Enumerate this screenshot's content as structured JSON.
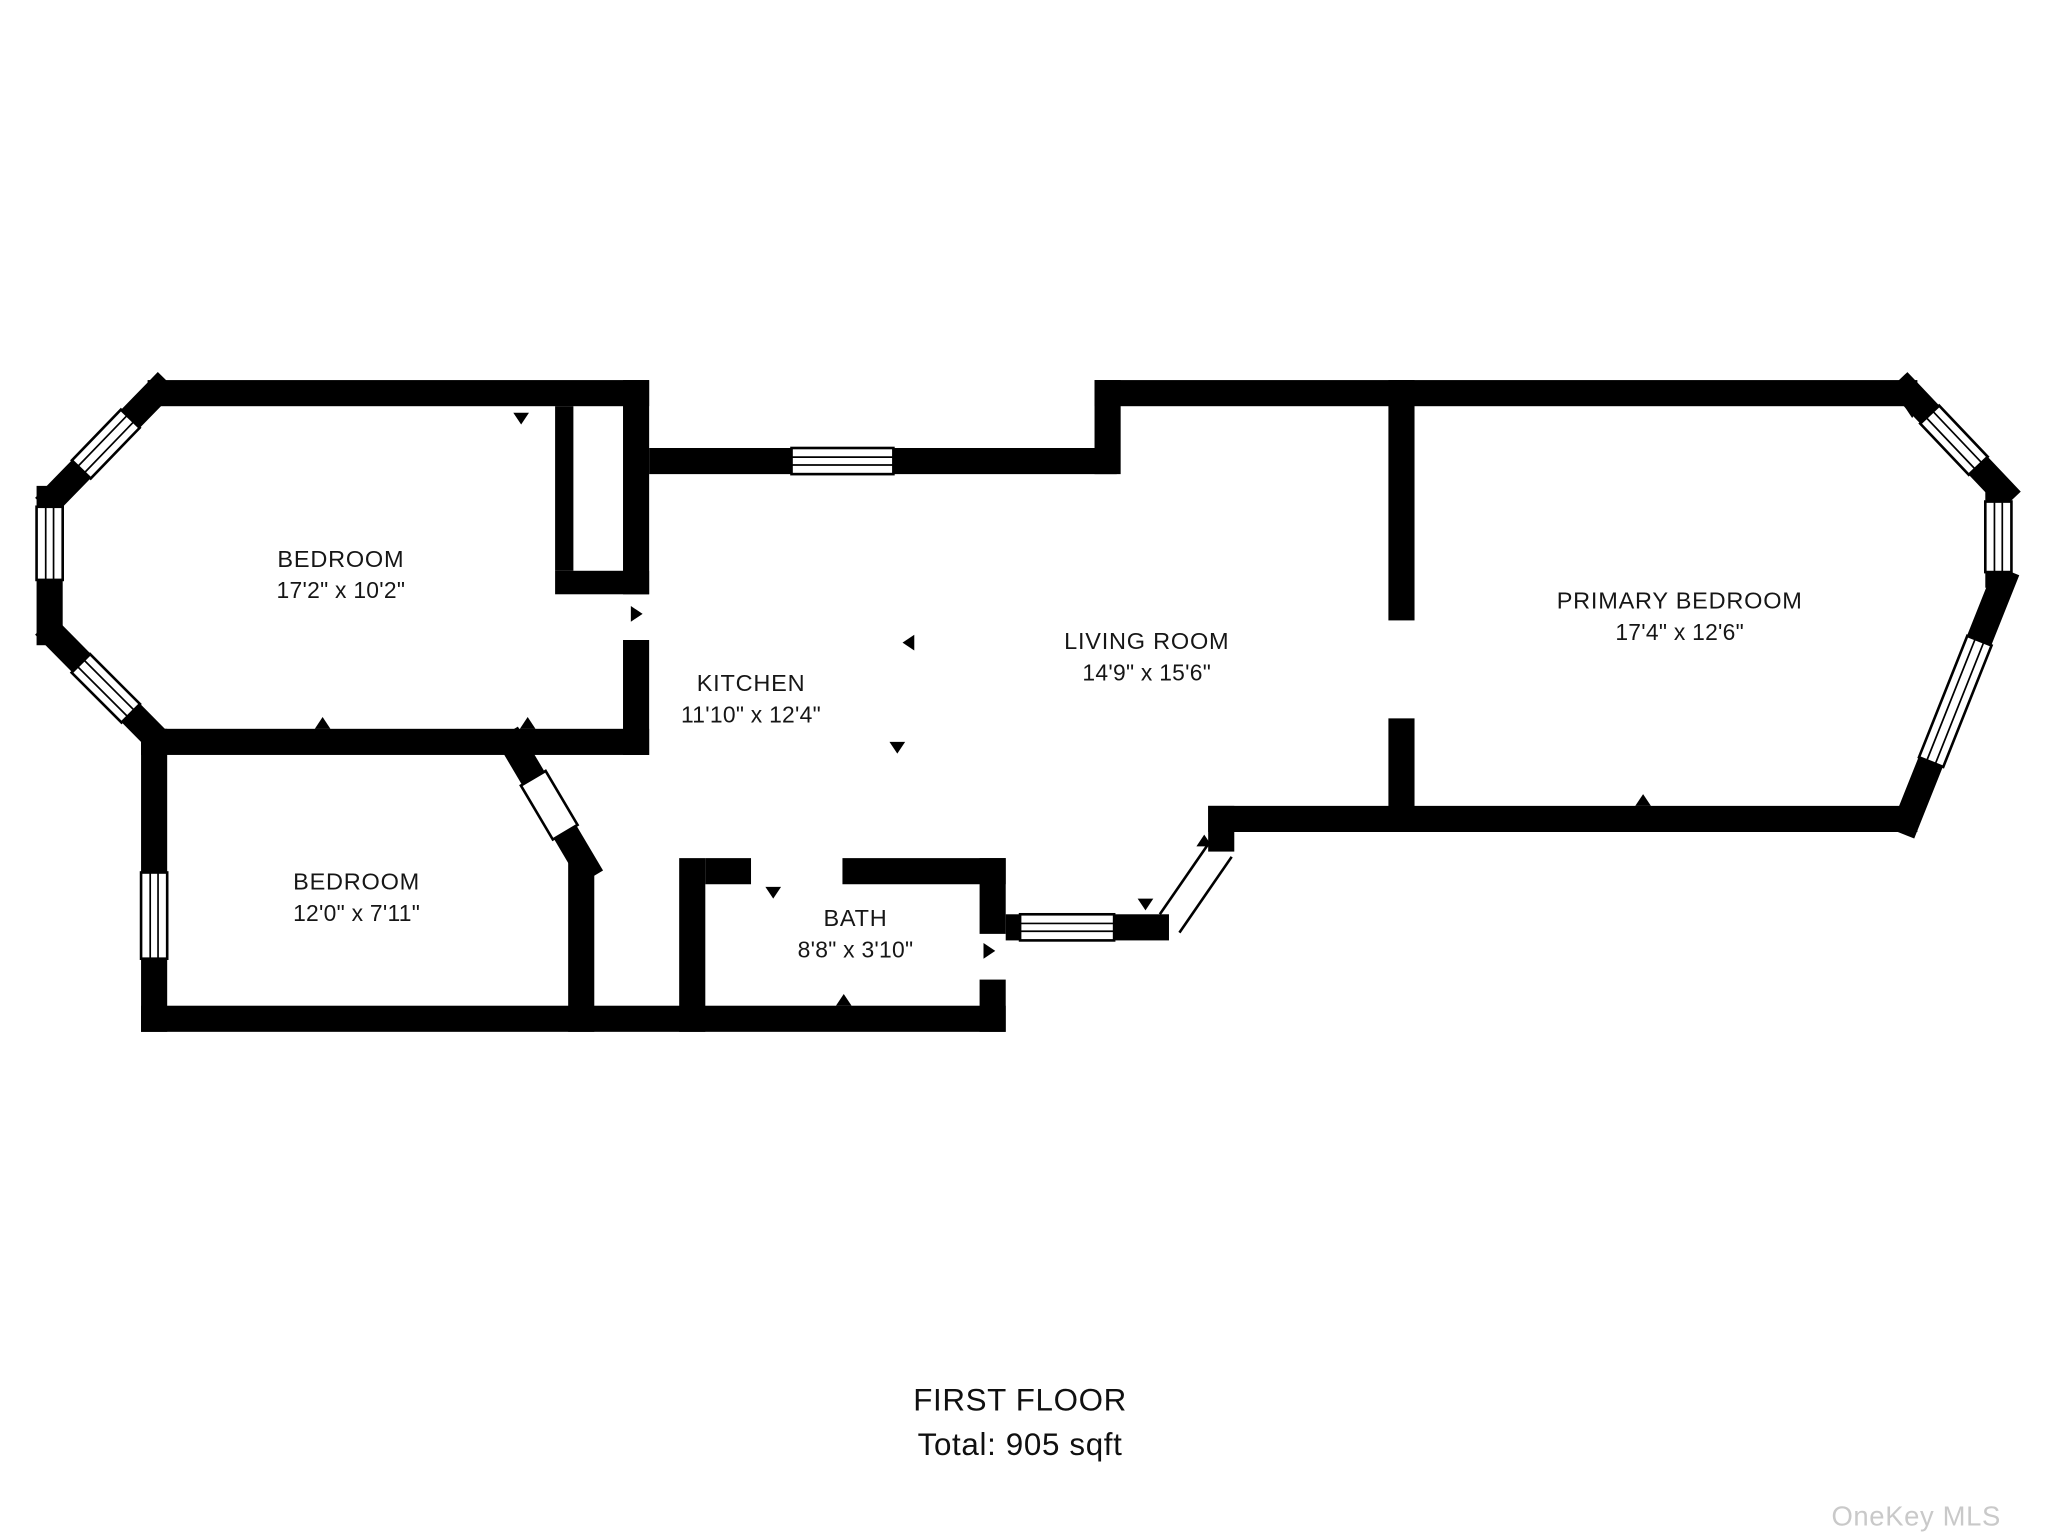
{
  "floor_plan": {
    "rooms": [
      {
        "id": "bedroom-top-left",
        "name": "BEDROOM",
        "dims": "17'2\" x 10'2\""
      },
      {
        "id": "bedroom-bottom-left",
        "name": "BEDROOM",
        "dims": "12'0\" x 7'11\""
      },
      {
        "id": "kitchen",
        "name": "KITCHEN",
        "dims": "11'10\" x 12'4\""
      },
      {
        "id": "living-room",
        "name": "LIVING ROOM",
        "dims": "14'9\" x 15'6\""
      },
      {
        "id": "bath",
        "name": "BATH",
        "dims": "8'8\" x 3'10\""
      },
      {
        "id": "primary-bedroom",
        "name": "PRIMARY BEDROOM",
        "dims": "17'4\" x 12'6\""
      }
    ],
    "footer": {
      "floor_label": "FIRST FLOOR",
      "total_label": "Total: 905 sqft"
    },
    "watermark": "OneKey MLS",
    "colors": {
      "wall": "#000000",
      "background": "#ffffff",
      "label": "#161616",
      "watermark": "#c9c9c9"
    }
  }
}
